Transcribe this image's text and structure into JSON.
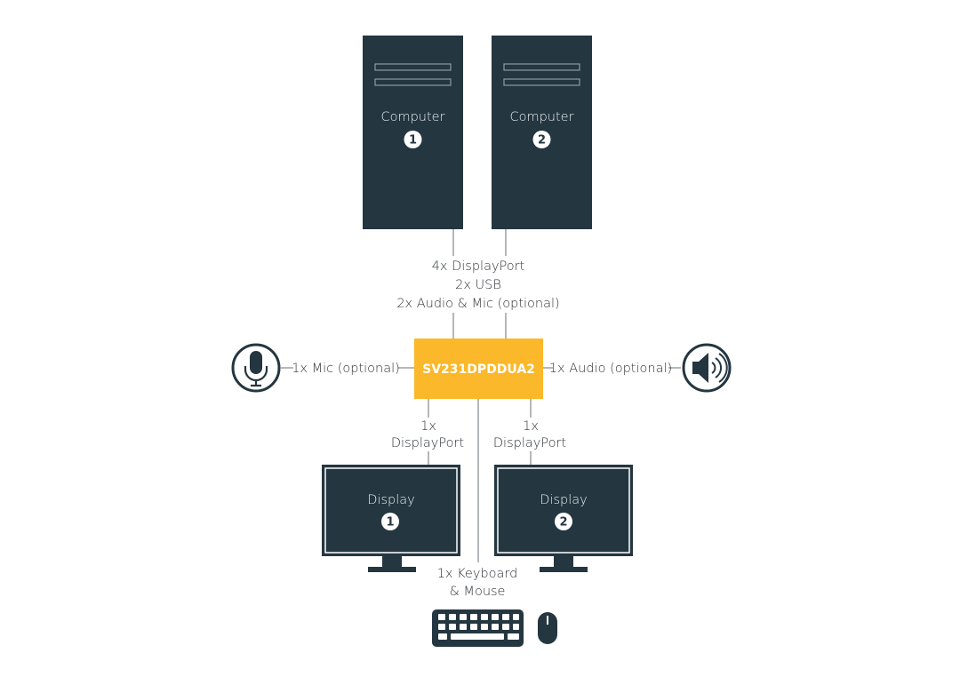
{
  "colors": {
    "dark": "#243640",
    "accent": "#fbb82a",
    "line": "#6b6f73",
    "text": "#2f3338"
  },
  "computers": [
    {
      "label": "Computer",
      "number": "1"
    },
    {
      "label": "Computer",
      "number": "2"
    }
  ],
  "computer_link": {
    "line1": "4x DisplayPort",
    "line2": "2x USB",
    "line3": "2x Audio & Mic (optional)"
  },
  "switch": {
    "label": "SV231DPDDUA2"
  },
  "mic": {
    "label": "1x Mic (optional)",
    "icon": "microphone-icon"
  },
  "audio": {
    "label": "1x Audio (optional)",
    "icon": "speaker-icon"
  },
  "display_links": [
    {
      "line1": "1x",
      "line2": "DisplayPort"
    },
    {
      "line1": "1x",
      "line2": "DisplayPort"
    }
  ],
  "displays": [
    {
      "label": "Display",
      "number": "1"
    },
    {
      "label": "Display",
      "number": "2"
    }
  ],
  "keyboard_link": {
    "line1": "1x Keyboard",
    "line2": "& Mouse"
  },
  "peripherals": {
    "keyboard_icon": "keyboard-icon",
    "mouse_icon": "mouse-icon"
  }
}
